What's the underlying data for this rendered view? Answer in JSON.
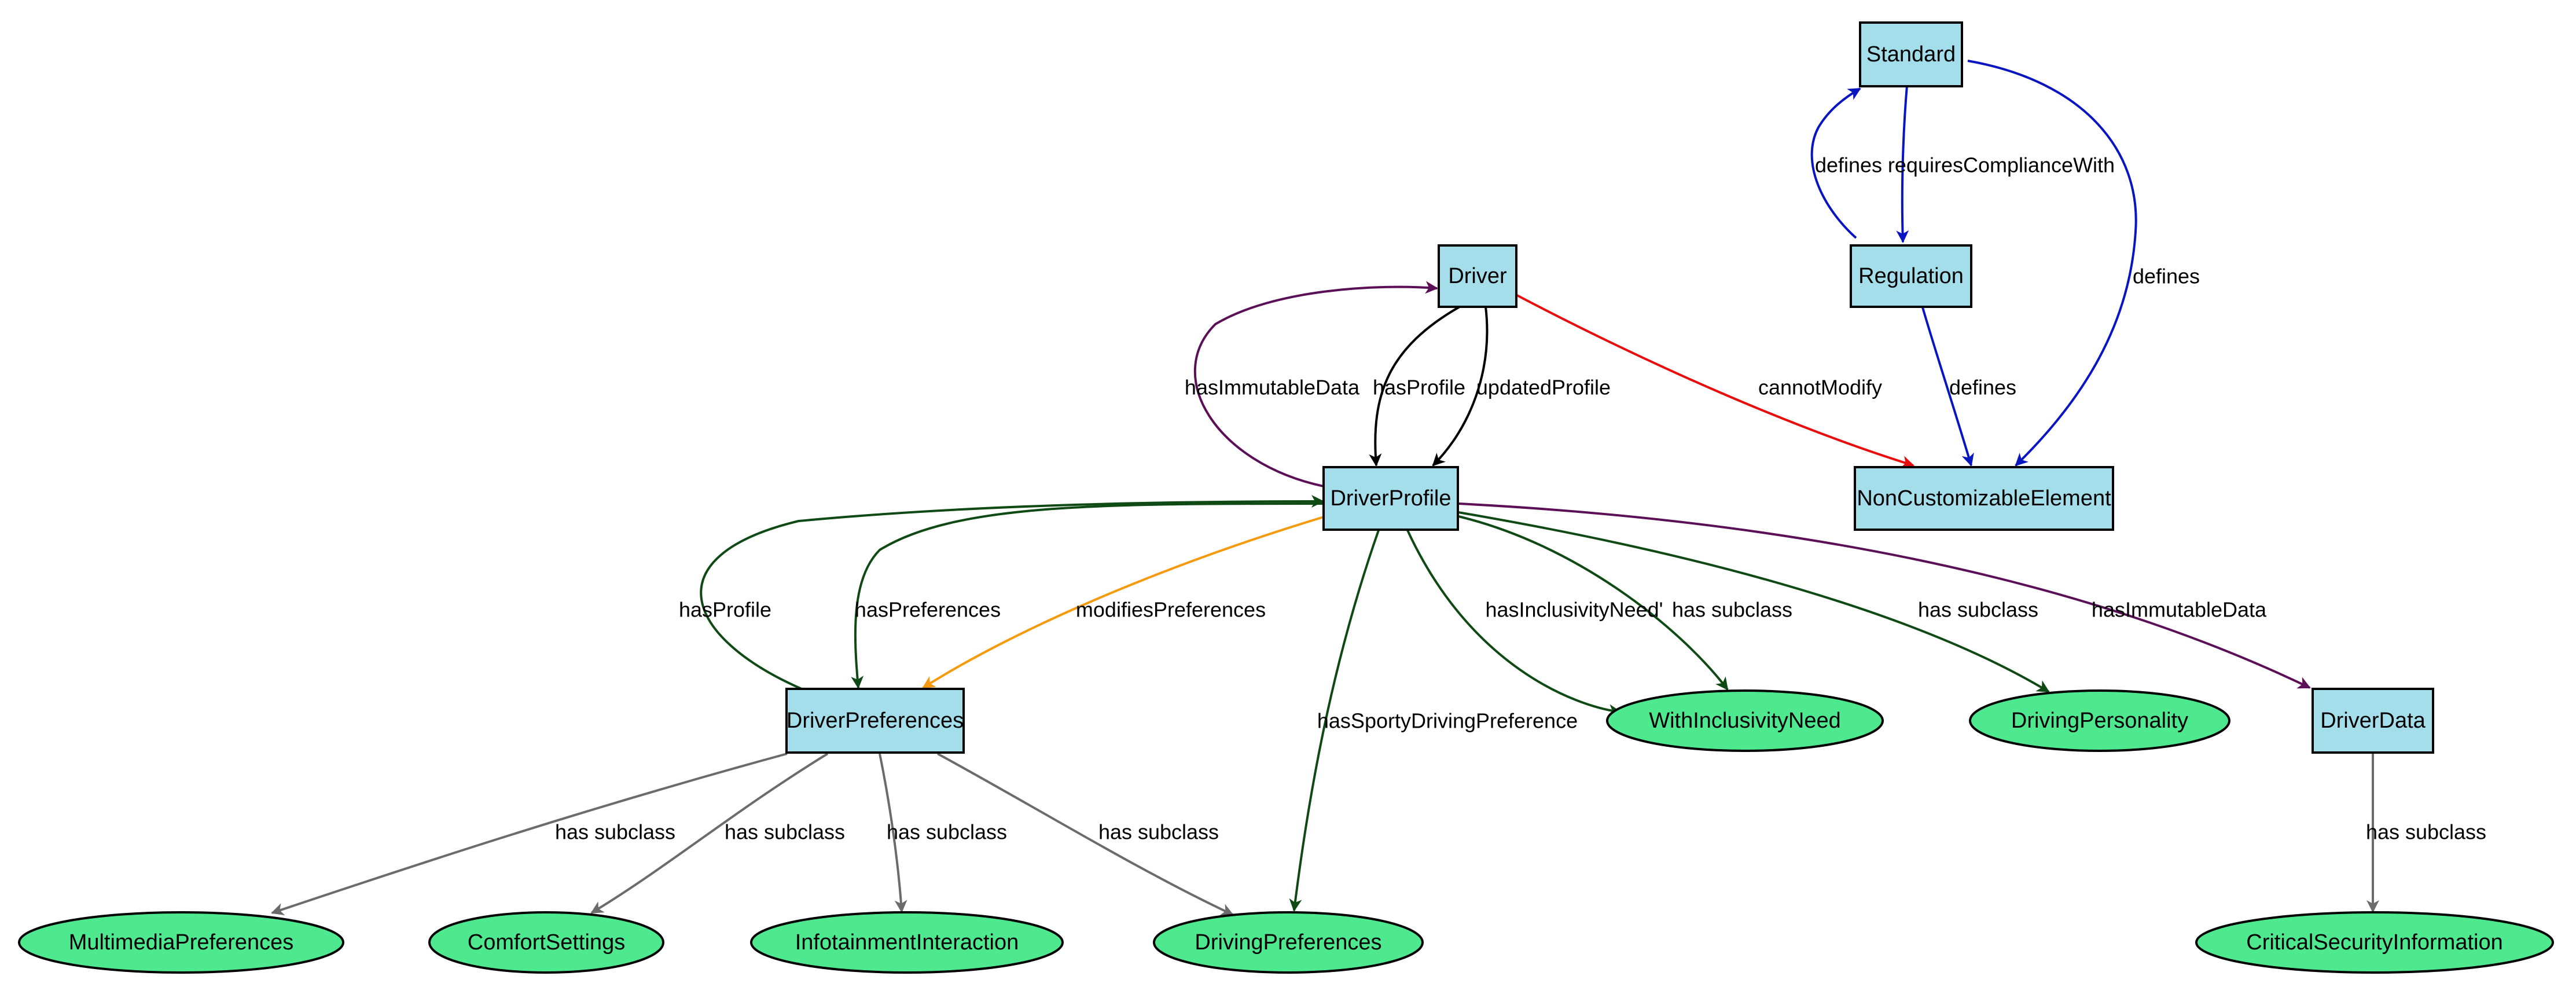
{
  "colors": {
    "class_fill": "#a3deea",
    "instance_fill": "#4ee88e",
    "edge_default": "#6b6b6b",
    "edge_dark_green": "#0f4a14",
    "edge_purple": "#5a0f57",
    "edge_blue": "#0a15c2",
    "edge_red": "#e80c0c",
    "edge_orange": "#f59a0c",
    "edge_black": "#000000"
  },
  "nodes": [
    {
      "id": "Standard",
      "label": "Standard",
      "shape": "box"
    },
    {
      "id": "Regulation",
      "label": "Regulation",
      "shape": "box"
    },
    {
      "id": "NonCustomizableElement",
      "label": "NonCustomizableElement",
      "shape": "box"
    },
    {
      "id": "Driver",
      "label": "Driver",
      "shape": "box"
    },
    {
      "id": "DriverProfile",
      "label": "DriverProfile",
      "shape": "box"
    },
    {
      "id": "DriverPreferences",
      "label": "DriverPreferences",
      "shape": "box"
    },
    {
      "id": "DriverData",
      "label": "DriverData",
      "shape": "box"
    },
    {
      "id": "WithInclusivityNeed",
      "label": "WithInclusivityNeed",
      "shape": "ellipse"
    },
    {
      "id": "DrivingPersonality",
      "label": "DrivingPersonality",
      "shape": "ellipse"
    },
    {
      "id": "MultimediaPreferences",
      "label": "MultimediaPreferences",
      "shape": "ellipse"
    },
    {
      "id": "ComfortSettings",
      "label": "ComfortSettings",
      "shape": "ellipse"
    },
    {
      "id": "InfotainmentInteraction",
      "label": "InfotainmentInteraction",
      "shape": "ellipse"
    },
    {
      "id": "DrivingPreferences",
      "label": "DrivingPreferences",
      "shape": "ellipse"
    },
    {
      "id": "CriticalSecurityInformation",
      "label": "CriticalSecurityInformation",
      "shape": "ellipse"
    }
  ],
  "edges": [
    {
      "from": "Standard",
      "to": "Regulation",
      "label": "requiresComplianceWith",
      "color": "blue"
    },
    {
      "from": "Regulation",
      "to": "Standard",
      "label": "defines",
      "color": "blue"
    },
    {
      "from": "Standard",
      "to": "NonCustomizableElement",
      "label": "defines",
      "color": "blue"
    },
    {
      "from": "Regulation",
      "to": "NonCustomizableElement",
      "label": "defines",
      "color": "blue"
    },
    {
      "from": "Driver",
      "to": "NonCustomizableElement",
      "label": "cannotModify",
      "color": "red"
    },
    {
      "from": "Driver",
      "to": "DriverProfile",
      "label": "hasProfile",
      "color": "black"
    },
    {
      "from": "Driver",
      "to": "DriverProfile",
      "label": "updatedProfile",
      "color": "black"
    },
    {
      "from": "DriverProfile",
      "to": "Driver",
      "label": "hasImmutableData",
      "color": "purple"
    },
    {
      "from": "DriverPreferences",
      "to": "DriverProfile",
      "label": "hasProfile",
      "color": "dark_green"
    },
    {
      "from": "DriverProfile",
      "to": "DriverPreferences",
      "label": "hasPreferences",
      "color": "dark_green"
    },
    {
      "from": "DriverProfile",
      "to": "DriverPreferences",
      "label": "modifiesPreferences",
      "color": "orange"
    },
    {
      "from": "DriverProfile",
      "to": "DrivingPreferences",
      "label": "hasSportyDrivingPreference",
      "color": "dark_green"
    },
    {
      "from": "DriverProfile",
      "to": "WithInclusivityNeed",
      "label": "hasInclusivityNeed'",
      "color": "dark_green"
    },
    {
      "from": "DriverProfile",
      "to": "WithInclusivityNeed",
      "label": "has subclass",
      "color": "dark_green"
    },
    {
      "from": "DriverProfile",
      "to": "DrivingPersonality",
      "label": "has subclass",
      "color": "dark_green"
    },
    {
      "from": "DriverProfile",
      "to": "DriverData",
      "label": "hasImmutableData",
      "color": "purple"
    },
    {
      "from": "DriverPreferences",
      "to": "MultimediaPreferences",
      "label": "has subclass",
      "color": "default"
    },
    {
      "from": "DriverPreferences",
      "to": "ComfortSettings",
      "label": "has subclass",
      "color": "default"
    },
    {
      "from": "DriverPreferences",
      "to": "InfotainmentInteraction",
      "label": "has subclass",
      "color": "default"
    },
    {
      "from": "DriverPreferences",
      "to": "DrivingPreferences",
      "label": "has subclass",
      "color": "default"
    },
    {
      "from": "DriverData",
      "to": "CriticalSecurityInformation",
      "label": "has subclass",
      "color": "default"
    }
  ]
}
